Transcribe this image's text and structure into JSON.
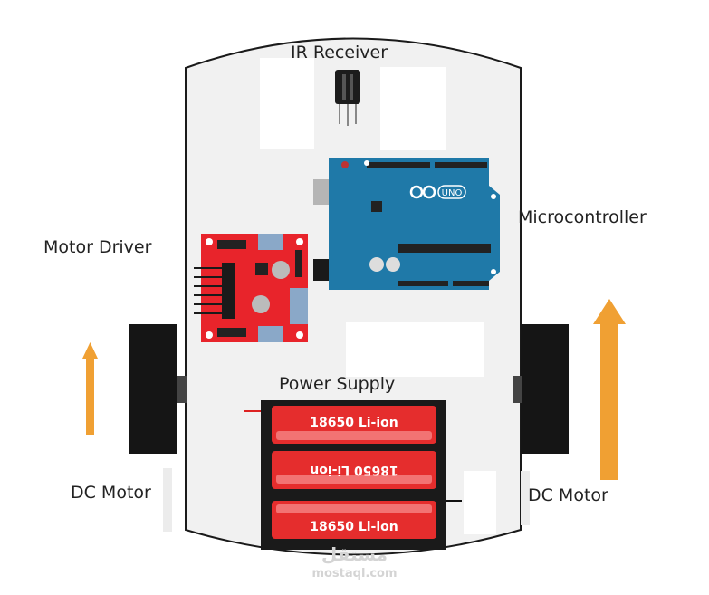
{
  "diagram": {
    "title": "Robot car block diagram",
    "labels": {
      "ir_receiver": "IR Receiver",
      "microcontroller": "Microcontroller",
      "motor_driver": "Motor Driver",
      "power_supply": "Power Supply",
      "dc_motor_left": "DC Motor",
      "dc_motor_right": "DC Motor"
    },
    "battery_pack": {
      "cells": [
        {
          "label": "18650  Li-ion",
          "inverted": false
        },
        {
          "label": "18650  Li-ion",
          "inverted": true
        },
        {
          "label": "18650  Li-ion",
          "inverted": false
        }
      ]
    },
    "arduino": {
      "logo_text": "UNO"
    },
    "colors": {
      "chassis": "#f1f1f1",
      "chassis_outline": "#1a1a1a",
      "arrow": "#f0a033",
      "motor": "#151515",
      "arduino_board": "#1f79a8",
      "driver_board": "#e8242b",
      "battery": "#e52d2d"
    },
    "watermark": {
      "arabic": "مستقل",
      "latin": "mostaql.com"
    }
  }
}
